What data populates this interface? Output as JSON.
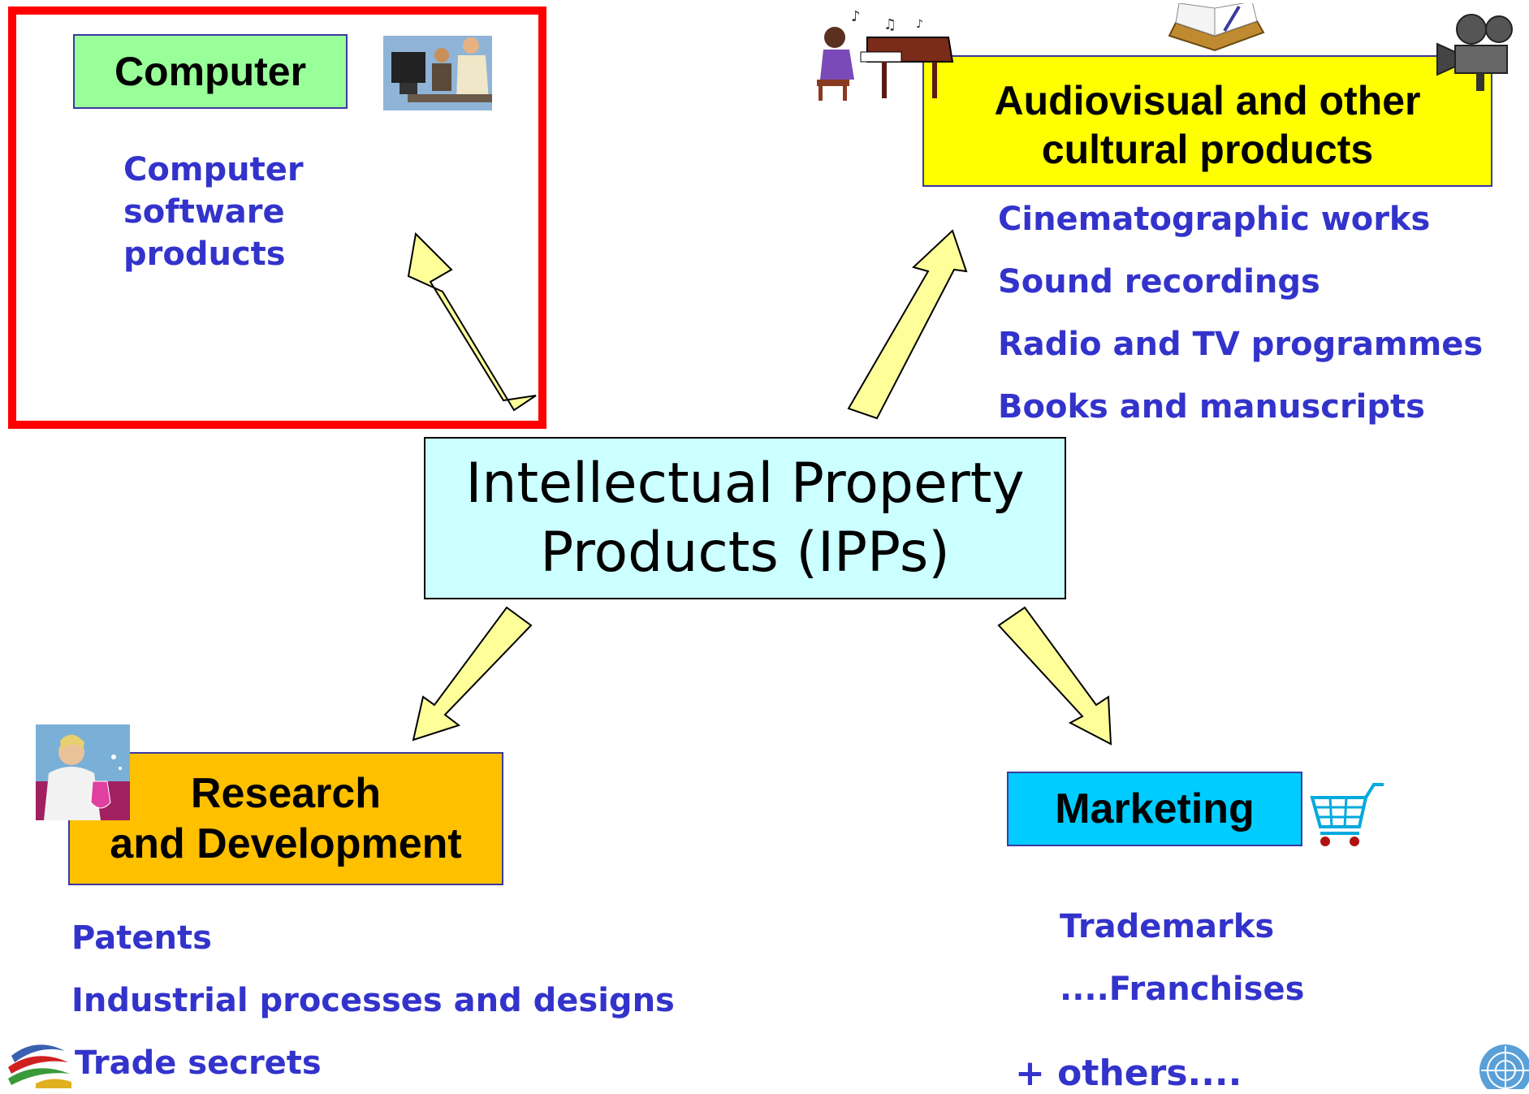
{
  "center": {
    "line1": "Intellectual Property",
    "line2": "Products (IPPs)"
  },
  "computer": {
    "title": "Computer",
    "items": [
      "Computer",
      "software",
      "products"
    ]
  },
  "audiovisual": {
    "title_line1": "Audiovisual and other",
    "title_line2": "cultural products",
    "items": [
      "Cinematographic works",
      "Sound recordings",
      "Radio and TV programmes",
      "Books and manuscripts"
    ]
  },
  "research": {
    "title_line1": "Research",
    "title_line2": "and Development",
    "items": [
      "Patents",
      "Industrial processes and designs",
      "Trade secrets"
    ]
  },
  "marketing": {
    "title": "Marketing",
    "items": [
      "Trademarks",
      "....Franchises"
    ],
    "others": "+ others...."
  },
  "colors": {
    "highlight_border": "#ff0000",
    "computer_bg": "#99ff99",
    "audiovisual_bg": "#ffff00",
    "research_bg": "#ffc000",
    "marketing_bg": "#00ccff",
    "center_bg": "#ccffff",
    "arrow_fill": "#ffff99",
    "item_text": "#3333cc"
  },
  "icons": [
    "office-workers-icon",
    "piano-player-icon",
    "open-book-icon",
    "film-camera-icon",
    "scientist-icon",
    "shopping-cart-icon",
    "wto-logo-icon",
    "un-emblem-icon"
  ]
}
